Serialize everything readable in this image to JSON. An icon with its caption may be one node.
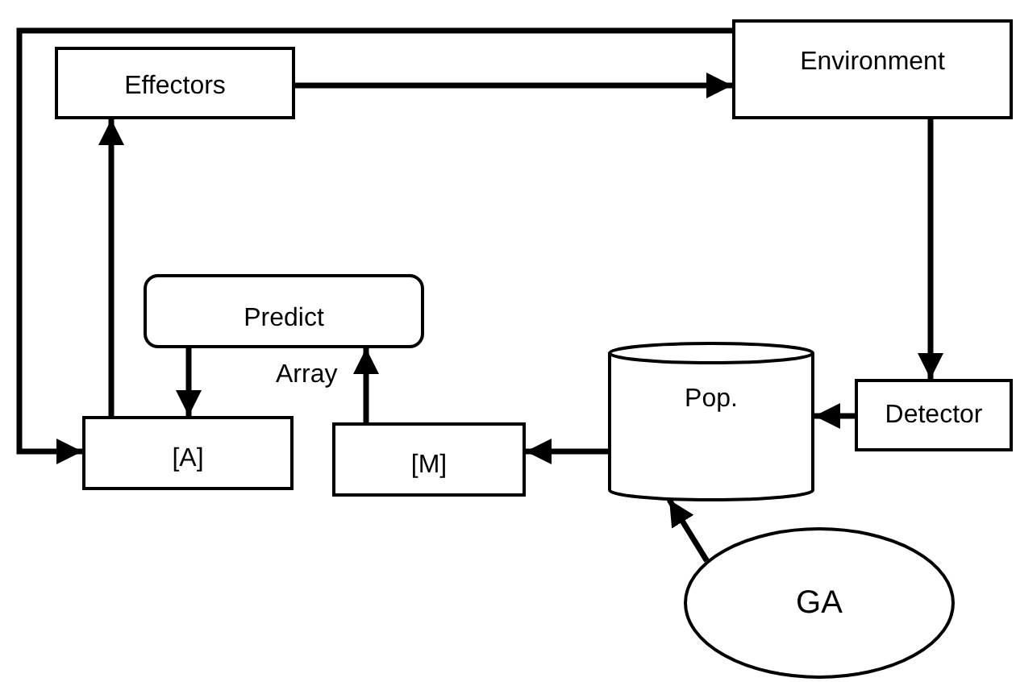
{
  "diagram": {
    "nodes": [
      {
        "text": [
          "Effectors"
        ]
      },
      {
        "text": [
          "Environment"
        ]
      },
      {
        "text": [
          "Predict"
        ],
        "beside": [
          "Array"
        ]
      },
      {
        "text": [
          "[A]"
        ]
      },
      {
        "text": [
          "[M]"
        ]
      },
      {
        "text": [
          "Pop."
        ]
      },
      {
        "text": [
          "Detector"
        ]
      },
      {
        "text": [
          "GA"
        ]
      }
    ],
    "edges": [
      {
        "from": 0,
        "to": 1,
        "arrow": "to"
      },
      {
        "from": 1,
        "to": 6,
        "arrow": "to"
      },
      {
        "from": 6,
        "to": 5,
        "arrow": "to"
      },
      {
        "from": 5,
        "to": 4,
        "arrow": "to"
      },
      {
        "from": 4,
        "to": 2,
        "arrow": "to"
      },
      {
        "from": 2,
        "to": 3,
        "arrow": "to"
      },
      {
        "from": 3,
        "to": 0,
        "arrow": "to"
      },
      {
        "from": 1,
        "to": 3,
        "arrow": "to"
      },
      {
        "from": 7,
        "to": 5,
        "arrow": "to"
      }
    ]
  }
}
